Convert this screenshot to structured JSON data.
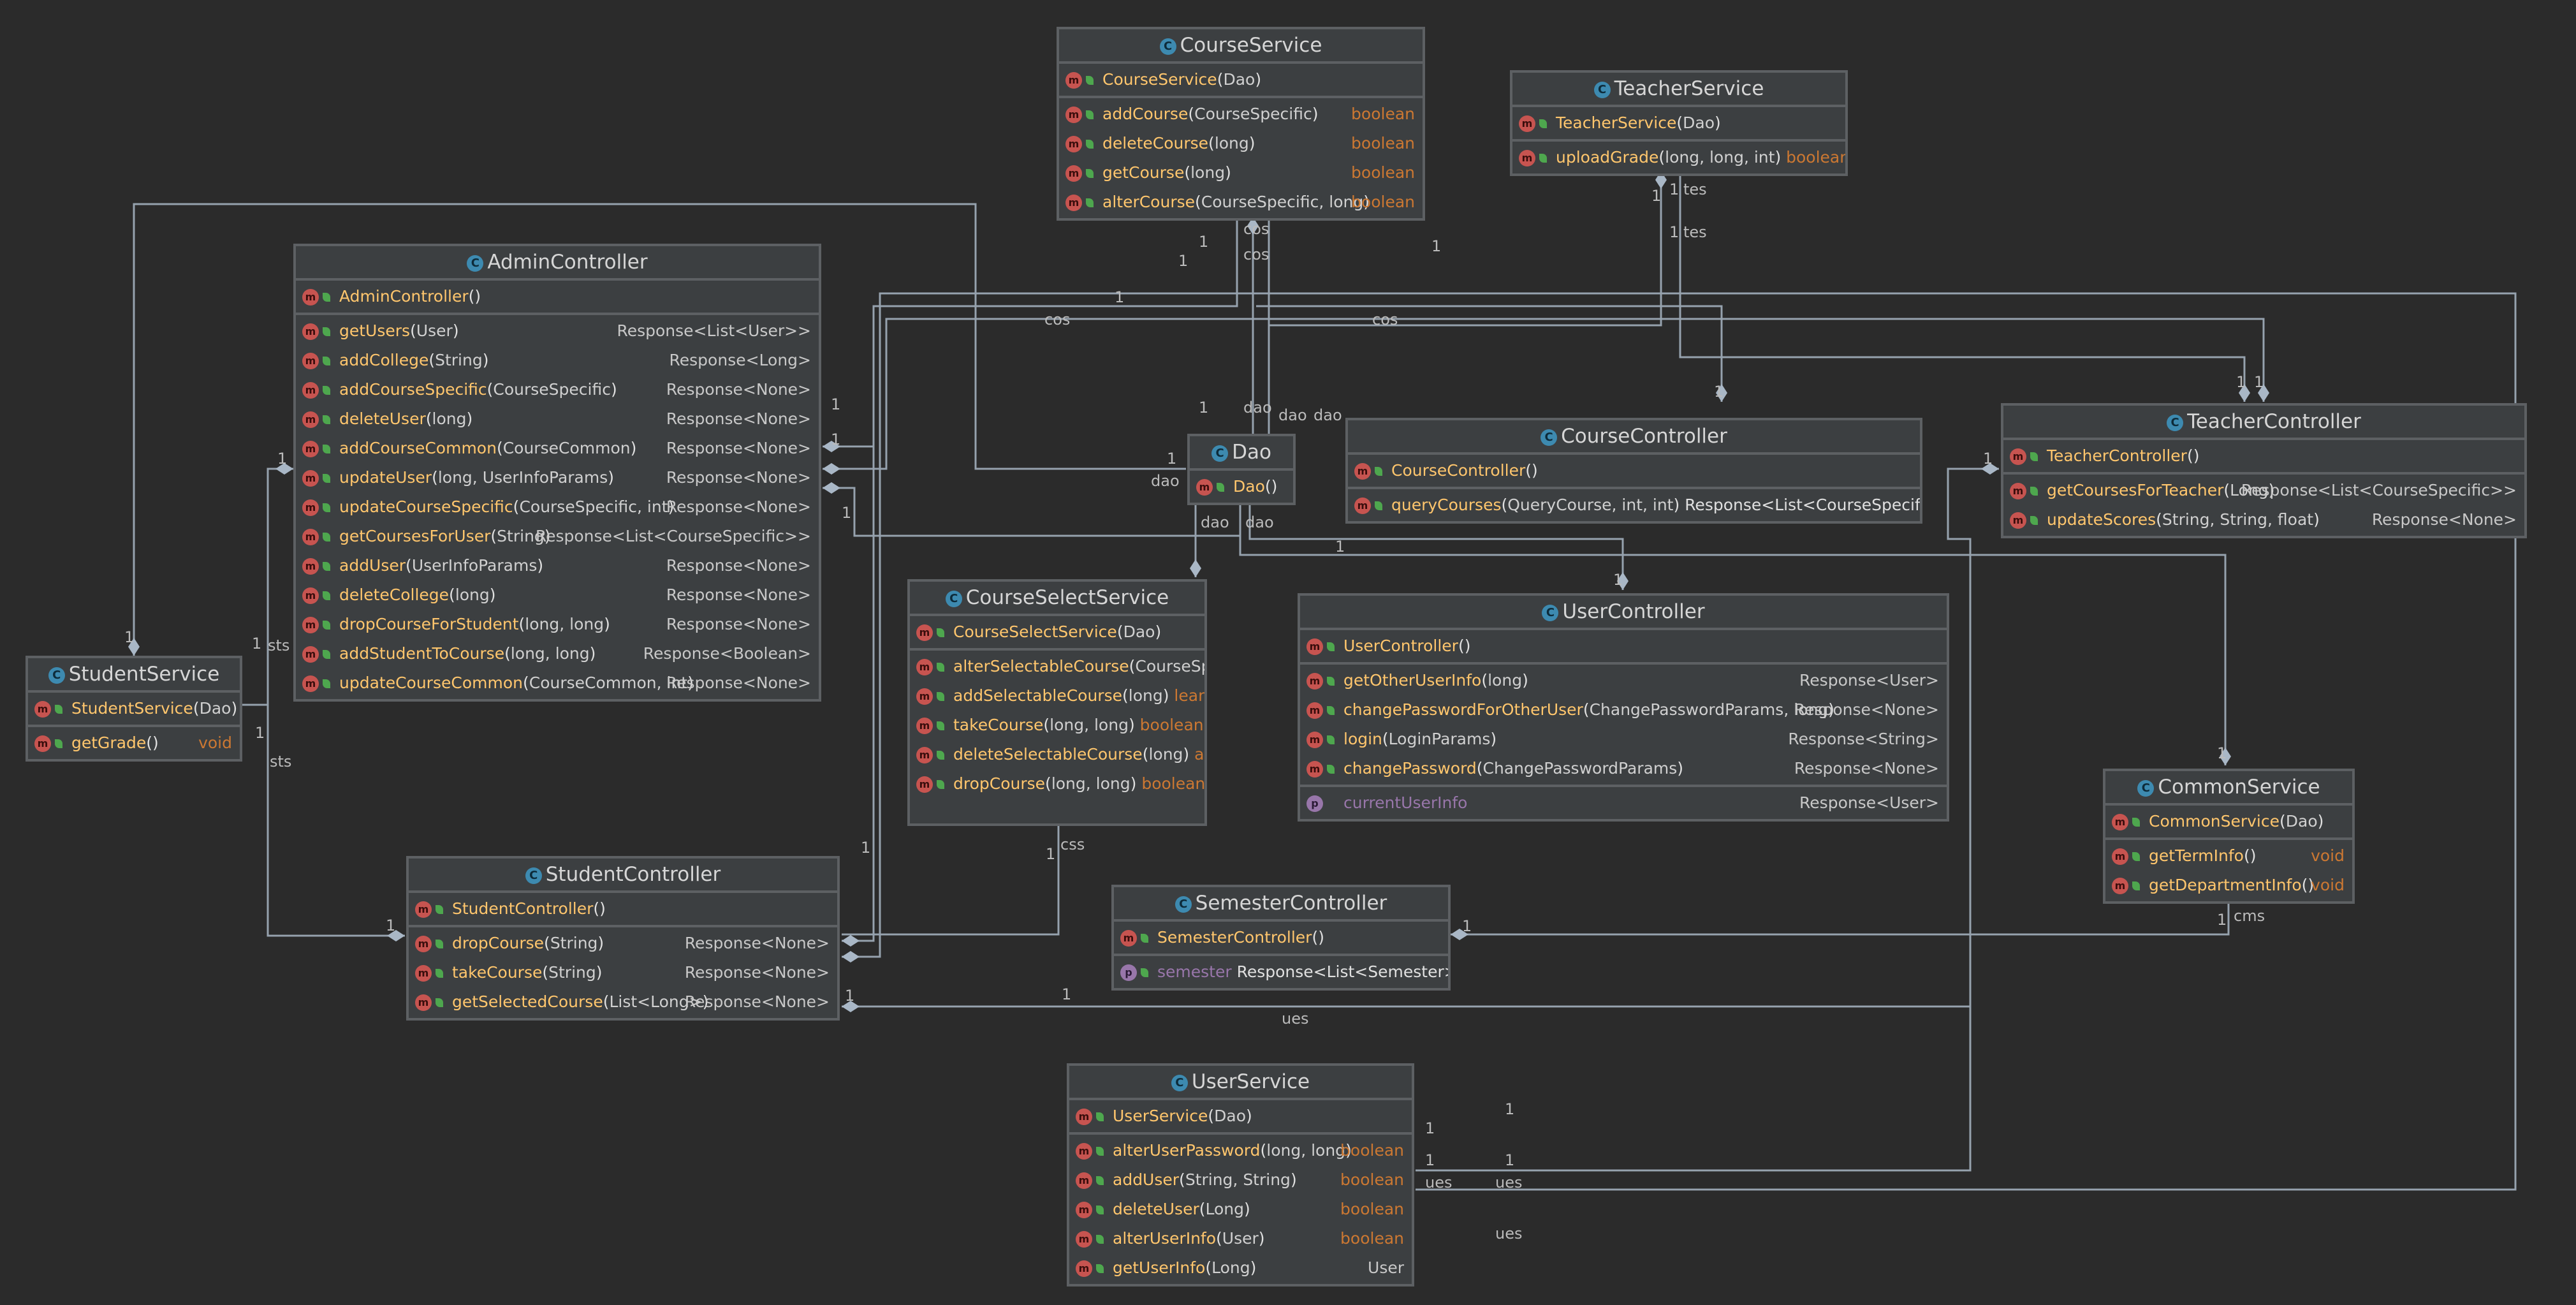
{
  "classes": {
    "course_service": {
      "name": "CourseService",
      "icon": "C",
      "constructors": [
        {
          "name": "CourseService",
          "params": "Dao"
        }
      ],
      "methods": [
        {
          "name": "addCourse",
          "params": "CourseSpecific",
          "ret": "boolean"
        },
        {
          "name": "deleteCourse",
          "params": "long",
          "ret": "boolean"
        },
        {
          "name": "getCourse",
          "params": "long",
          "ret": "boolean"
        },
        {
          "name": "alterCourse",
          "params": "CourseSpecific, long",
          "ret": "boolean"
        }
      ]
    },
    "teacher_service": {
      "name": "TeacherService",
      "icon": "C",
      "constructors": [
        {
          "name": "TeacherService",
          "params": "Dao"
        }
      ],
      "methods": [
        {
          "name": "uploadGrade",
          "params": "long, long, int",
          "ret": "boolean"
        }
      ]
    },
    "admin_controller": {
      "name": "AdminController",
      "icon": "C",
      "constructors": [
        {
          "name": "AdminController",
          "params": ""
        }
      ],
      "methods": [
        {
          "name": "getUsers",
          "params": "User",
          "ret": "Response<List<User>>"
        },
        {
          "name": "addCollege",
          "params": "String",
          "ret": "Response<Long>"
        },
        {
          "name": "addCourseSpecific",
          "params": "CourseSpecific",
          "ret": "Response<None>"
        },
        {
          "name": "deleteUser",
          "params": "long",
          "ret": "Response<None>"
        },
        {
          "name": "addCourseCommon",
          "params": "CourseCommon",
          "ret": "Response<None>"
        },
        {
          "name": "updateUser",
          "params": "long, UserInfoParams",
          "ret": "Response<None>"
        },
        {
          "name": "updateCourseSpecific",
          "params": "CourseSpecific, int",
          "ret": "Response<None>"
        },
        {
          "name": "getCoursesForUser",
          "params": "String",
          "ret": "Response<List<CourseSpecific>>"
        },
        {
          "name": "addUser",
          "params": "UserInfoParams",
          "ret": "Response<None>"
        },
        {
          "name": "deleteCollege",
          "params": "long",
          "ret": "Response<None>"
        },
        {
          "name": "dropCourseForStudent",
          "params": "long, long",
          "ret": "Response<None>"
        },
        {
          "name": "addStudentToCourse",
          "params": "long, long",
          "ret": "Response<Boolean>"
        },
        {
          "name": "updateCourseCommon",
          "params": "CourseCommon, int",
          "ret": "Response<None>"
        }
      ]
    },
    "dao": {
      "name": "Dao",
      "icon": "C",
      "constructors": [
        {
          "name": "Dao",
          "params": ""
        }
      ],
      "methods": []
    },
    "course_controller": {
      "name": "CourseController",
      "icon": "C",
      "constructors": [
        {
          "name": "CourseController",
          "params": ""
        }
      ],
      "methods": [
        {
          "name": "queryCourses",
          "params": "QueryCourse, int, int",
          "ret": "Response<List<CourseSpecific>>"
        }
      ]
    },
    "teacher_controller": {
      "name": "TeacherController",
      "icon": "C",
      "constructors": [
        {
          "name": "TeacherController",
          "params": ""
        }
      ],
      "methods": [
        {
          "name": "getCoursesForTeacher",
          "params": "Long",
          "ret": "Response<List<CourseSpecific>>"
        },
        {
          "name": "updateScores",
          "params": "String, String, float",
          "ret": "Response<None>"
        }
      ]
    },
    "student_service": {
      "name": "StudentService",
      "icon": "C",
      "constructors": [
        {
          "name": "StudentService",
          "params": "Dao"
        }
      ],
      "methods": [
        {
          "name": "getGrade",
          "params": "",
          "ret": "void"
        }
      ]
    },
    "course_select_service": {
      "name": "CourseSelectService",
      "icon": "C",
      "constructors": [
        {
          "name": "CourseSelectService",
          "params": "Dao"
        }
      ],
      "methods": [
        {
          "name": "alterSelectableCourse",
          "params": "CourseSpec",
          "ret": ""
        },
        {
          "name": "addSelectableCourse",
          "params": "long",
          "ret": "lean"
        },
        {
          "name": "takeCourse",
          "params": "long, long",
          "ret": "boolean"
        },
        {
          "name": "deleteSelectableCourse",
          "params": "long",
          "ret": "an"
        },
        {
          "name": "dropCourse",
          "params": "long, long",
          "ret": "boolean"
        }
      ]
    },
    "user_controller": {
      "name": "UserController",
      "icon": "C",
      "constructors": [
        {
          "name": "UserController",
          "params": ""
        }
      ],
      "methods": [
        {
          "name": "getOtherUserInfo",
          "params": "long",
          "ret": "Response<User>"
        },
        {
          "name": "changePasswordForOtherUser",
          "params": "ChangePasswordParams, long",
          "ret": "Response<None>"
        },
        {
          "name": "login",
          "params": "LoginParams",
          "ret": "Response<String>"
        },
        {
          "name": "changePassword",
          "params": "ChangePasswordParams",
          "ret": "Response<None>"
        }
      ],
      "properties": [
        {
          "name": "currentUserInfo",
          "ret": "Response<User>"
        }
      ]
    },
    "common_service": {
      "name": "CommonService",
      "icon": "C",
      "constructors": [
        {
          "name": "CommonService",
          "params": "Dao"
        }
      ],
      "methods": [
        {
          "name": "getTermInfo",
          "params": "",
          "ret": "void"
        },
        {
          "name": "getDepartmentInfo",
          "params": "",
          "ret": "void"
        }
      ]
    },
    "student_controller": {
      "name": "StudentController",
      "icon": "C",
      "constructors": [
        {
          "name": "StudentController",
          "params": ""
        }
      ],
      "methods": [
        {
          "name": "dropCourse",
          "params": "String",
          "ret": "Response<None>"
        },
        {
          "name": "takeCourse",
          "params": "String",
          "ret": "Response<None>"
        },
        {
          "name": "getSelectedCourse",
          "params": "List<Long>",
          "ret": "Response<None>"
        }
      ]
    },
    "semester_controller": {
      "name": "SemesterController",
      "icon": "C",
      "constructors": [
        {
          "name": "SemesterController",
          "params": ""
        }
      ],
      "methods": [],
      "properties": [
        {
          "name": "semester",
          "ret": "Response<List<Semester>>"
        }
      ]
    },
    "user_service": {
      "name": "UserService",
      "icon": "C",
      "constructors": [
        {
          "name": "UserService",
          "params": "Dao"
        }
      ],
      "methods": [
        {
          "name": "alterUserPassword",
          "params": "long, long",
          "ret": "boolean"
        },
        {
          "name": "addUser",
          "params": "String, String",
          "ret": "boolean"
        },
        {
          "name": "deleteUser",
          "params": "Long",
          "ret": "boolean"
        },
        {
          "name": "alterUserInfo",
          "params": "User",
          "ret": "boolean"
        },
        {
          "name": "getUserInfo",
          "params": "Long",
          "ret": "User"
        }
      ]
    }
  },
  "edge_labels": [
    "cos",
    "cos",
    "cos",
    "cos",
    "tes",
    "tes",
    "dao",
    "dao",
    "dao",
    "dao",
    "dao",
    "dao",
    "sts",
    "sts",
    "css",
    "cms",
    "ues",
    "ues",
    "ues",
    "ues"
  ],
  "multiplicity": "1",
  "icon_letters": {
    "class": "C",
    "method": "m",
    "property": "p"
  }
}
